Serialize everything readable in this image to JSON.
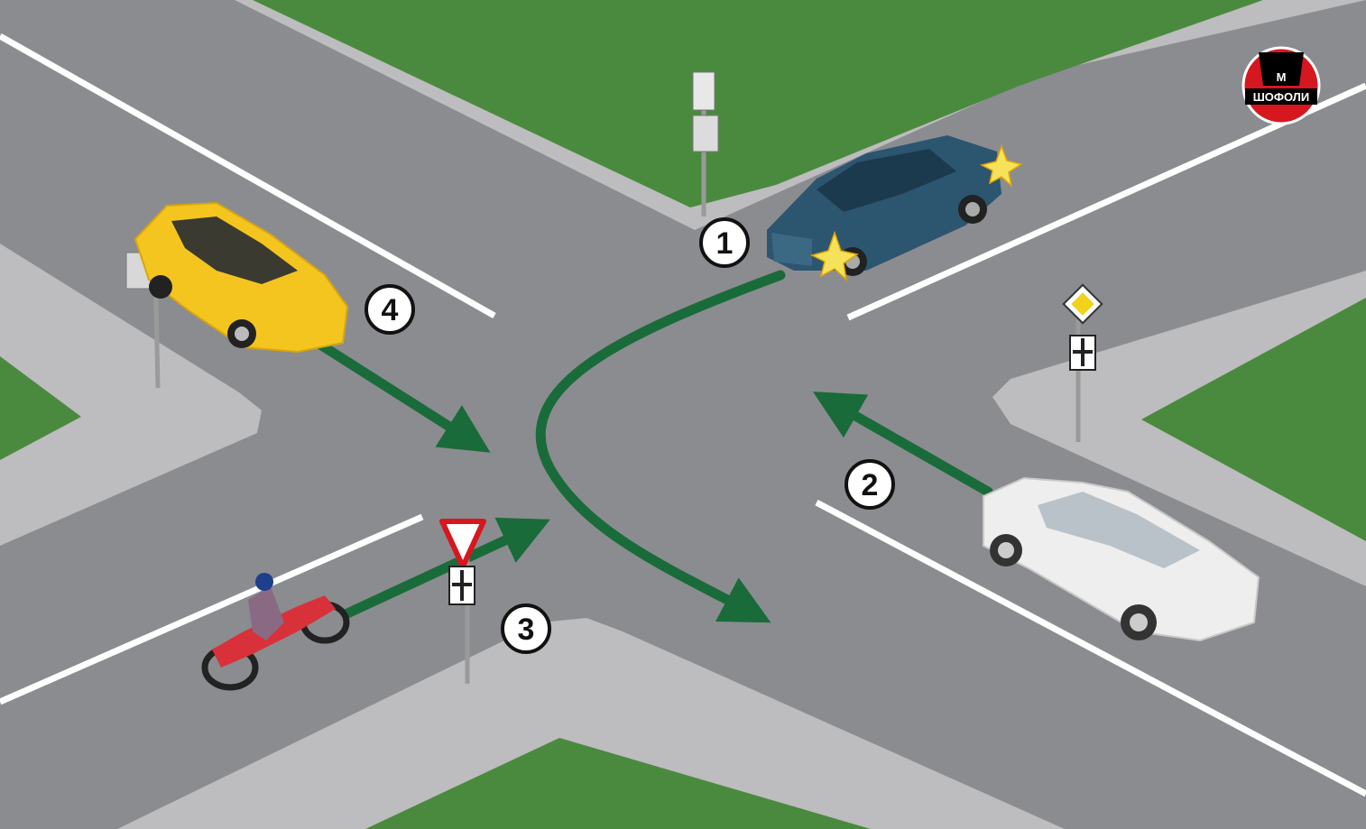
{
  "scene": {
    "description_labels": [
      "1",
      "2",
      "3",
      "4"
    ],
    "logo": {
      "letter": "М",
      "word": "ШОФОЛИ",
      "color": "#d7171f"
    }
  },
  "vehicles": {
    "v1": {
      "label": "1",
      "kind": "dark-blue-sedan",
      "turn_signals": "on-left"
    },
    "v2": {
      "label": "2",
      "kind": "white-sedan"
    },
    "v3": {
      "label": "3",
      "kind": "red-motorcycle"
    },
    "v4": {
      "label": "4",
      "kind": "yellow-hatchback"
    }
  },
  "colors": {
    "road": "#8b8c90",
    "sidewalk": "#bdbcbe",
    "grass": "#4a8a3e",
    "arrow": "#1a6b3a",
    "marking": "#ffffff"
  }
}
